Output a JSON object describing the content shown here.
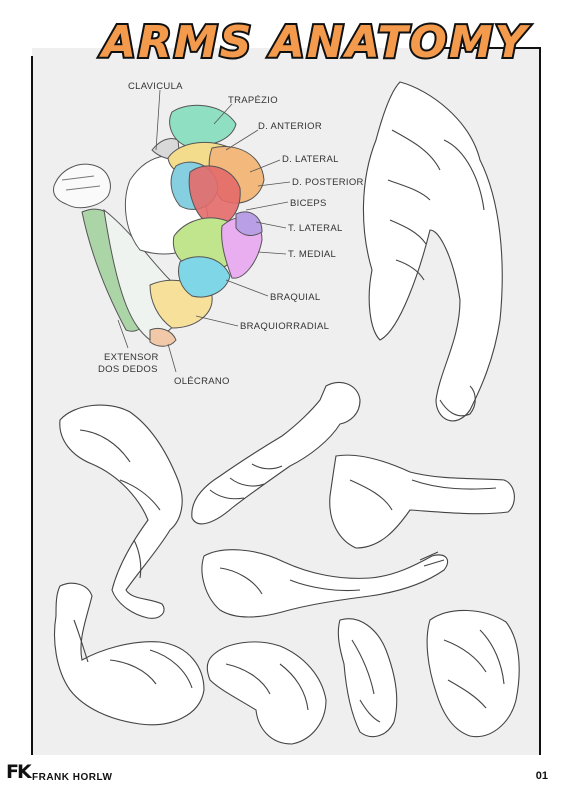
{
  "header": {
    "title": "ARMS ANATOMY"
  },
  "anatomy_labels": {
    "clavicula": "CLAVICULA",
    "trapezio": "TRAPÉZIO",
    "d_anterior": "D. ANTERIOR",
    "d_lateral": "D. LATERAL",
    "d_posterior": "D. POSTERIOR",
    "biceps": "BICEPS",
    "t_lateral": "T. LATERAL",
    "t_medial": "T. MEDIAL",
    "braquial": "BRAQUIAL",
    "braquiorradial": "BRAQUIORRADIAL",
    "extensor_line1": "EXTENSOR",
    "extensor_line2": "DOS DEDOS",
    "olecrano": "OLÉCRANO"
  },
  "footer": {
    "logo": "FK",
    "author": "FRANK HORLW",
    "page_number": "01"
  },
  "colors": {
    "title_fill": "#f39a4c",
    "title_outline": "#111111",
    "panel_bg": "#efefef",
    "trapezio": "#8fe0c2",
    "d_anterior": "#f3dc8c",
    "d_lateral": "#f2b87c",
    "d_posterior": "#86cfe0",
    "deltoid_red": "#e46a6a",
    "biceps": "#c1e58d",
    "t_lateral": "#b9a0e6",
    "t_medial": "#e8aef0",
    "braquial": "#7fd6e6",
    "braquiorradial": "#f7e09a",
    "extensor": "#9fd09a",
    "olecrano": "#f2c9a8",
    "clavicula": "#d9d9d9"
  }
}
